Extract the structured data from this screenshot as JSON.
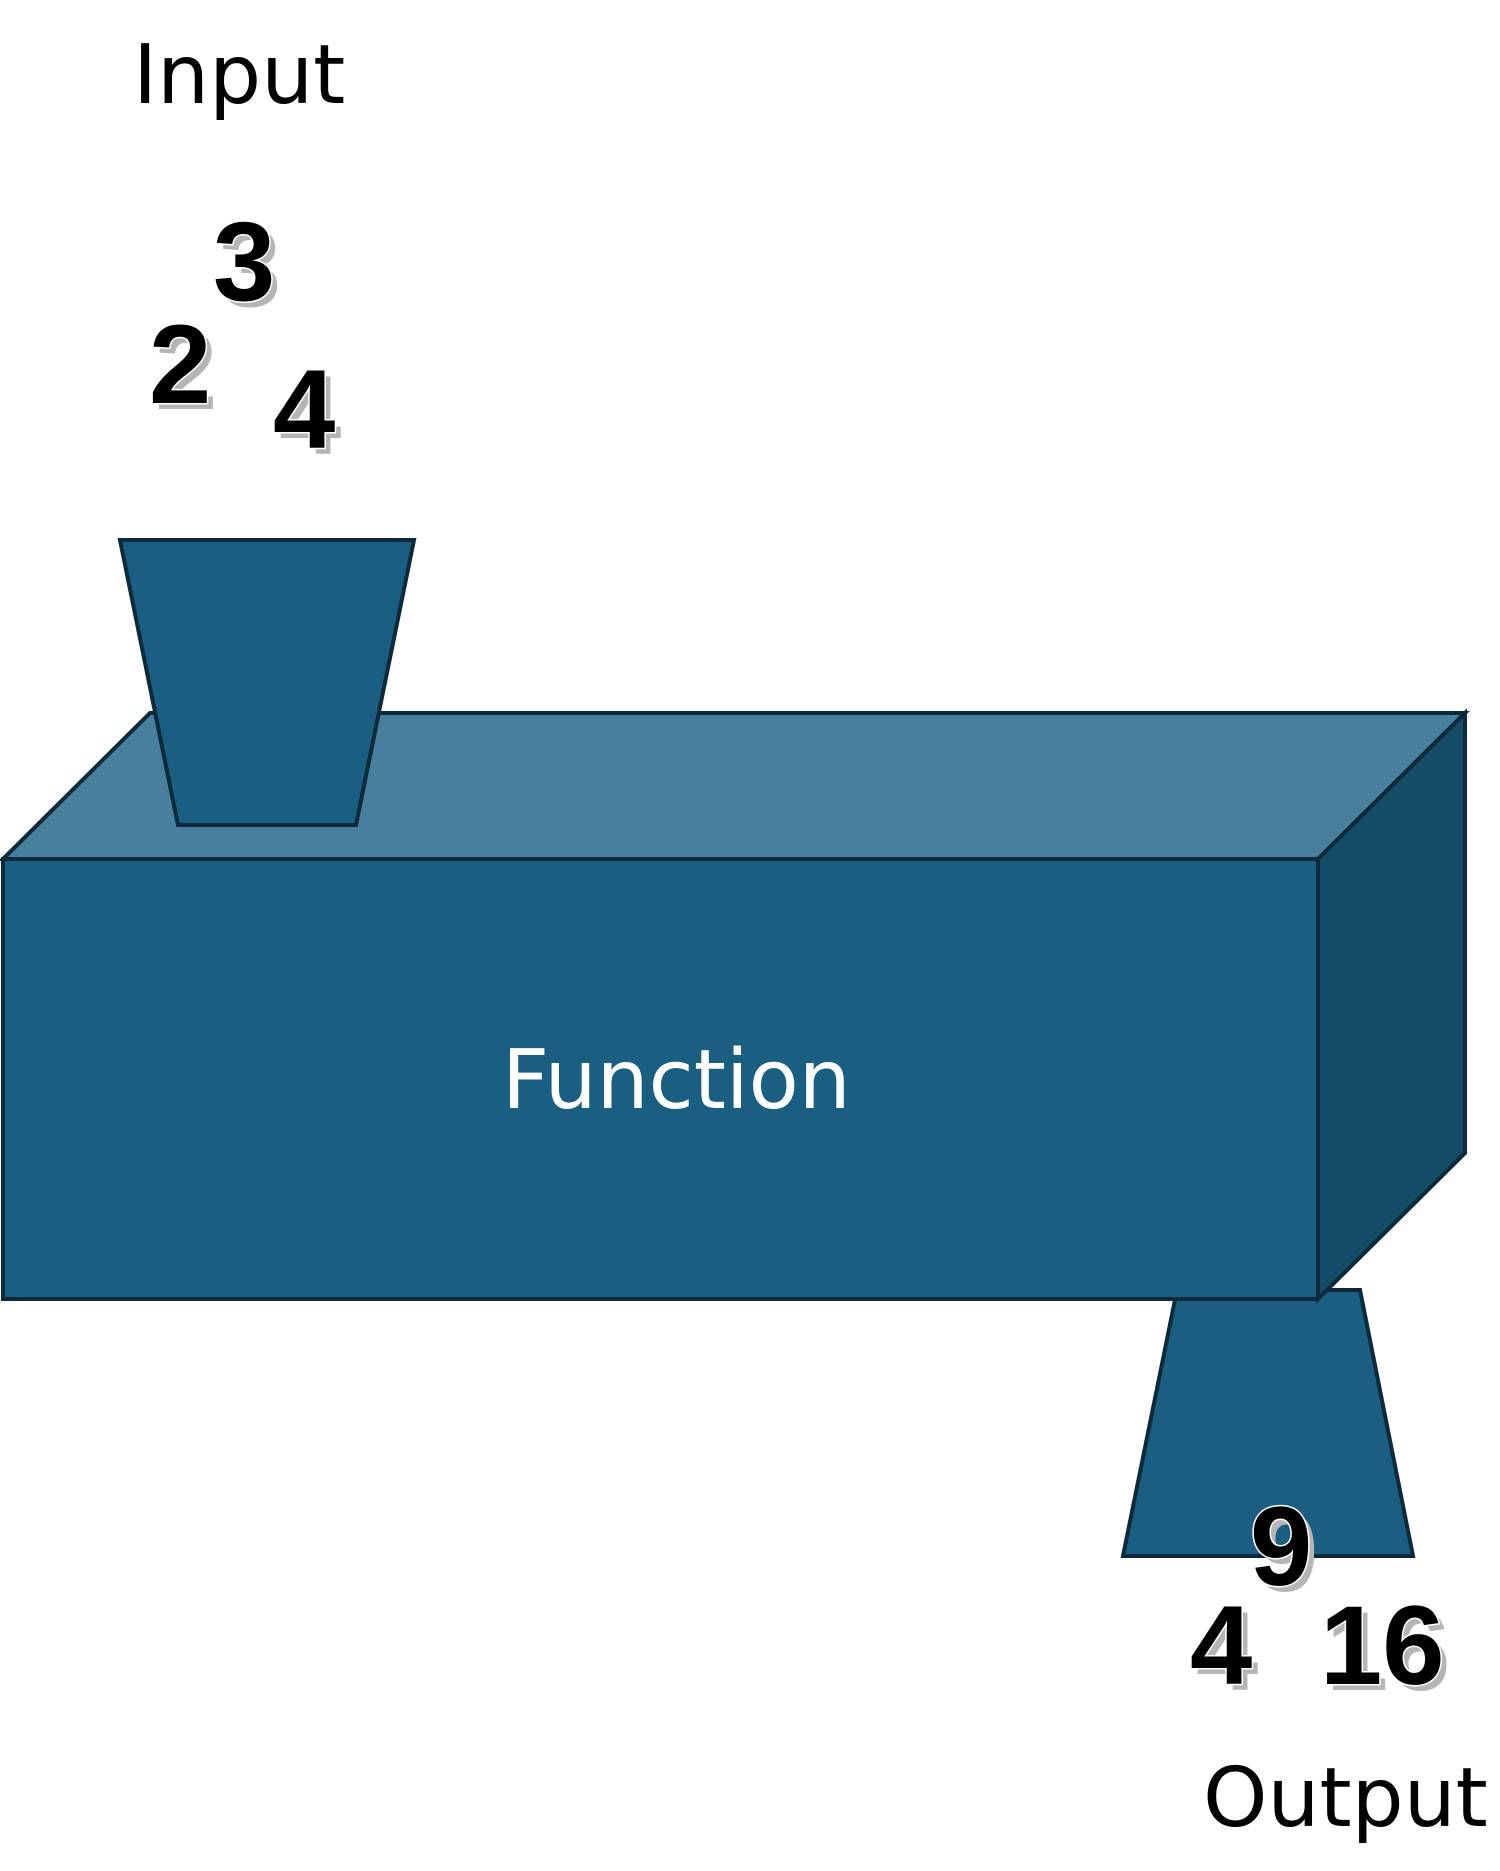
{
  "labels": {
    "input": "Input",
    "function": "Function",
    "output": "Output"
  },
  "inputs": [
    "3",
    "2",
    "4"
  ],
  "outputs": [
    "9",
    "4",
    "16"
  ],
  "colors": {
    "box_front": "#1a5f82",
    "box_top": "#477f9c",
    "box_side": "#144b66",
    "funnel": "#1a5f82",
    "outline": "#0d2a3a",
    "function_text": "#ffffff"
  }
}
